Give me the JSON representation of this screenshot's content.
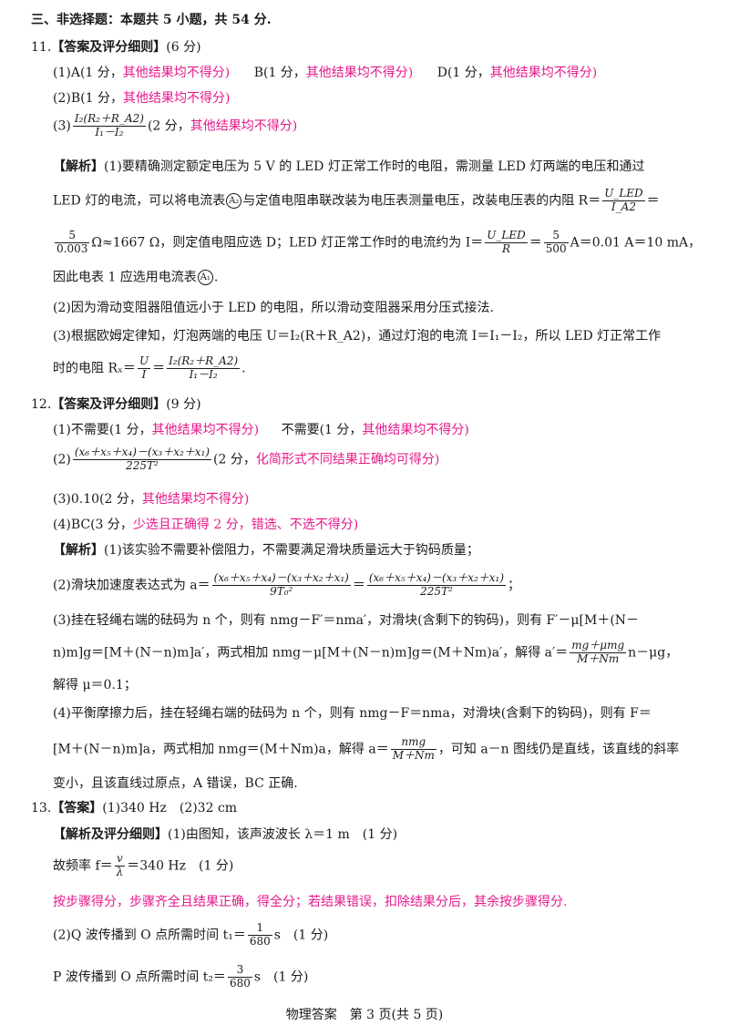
{
  "section_title": "三、非选择题：本题共 5 小题，共 54 分.",
  "q11": {
    "num": "11.",
    "header": "【答案及评分细则】",
    "score": "(6 分)",
    "a1_1": "(1)A(1 分，",
    "a1_1p": "其他结果均不得分)",
    "a1_2": "B(1 分，",
    "a1_2p": "其他结果均不得分)",
    "a1_3": "D(1 分，",
    "a1_3p": "其他结果均不得分)",
    "a2": "(2)B(1 分，",
    "a2p": "其他结果均不得分)",
    "a3_pre": "(3)",
    "a3_num": "I₂(R₂＋R_A2)",
    "a3_den": "I₁－I₂",
    "a3_post": "(2 分，",
    "a3p": "其他结果均不得分)",
    "jx_label": "【解析】",
    "p1a": "(1)要精确测定额定电压为 5 V 的 LED 灯正常工作时的电阻，需测量 LED 灯两端的电压和通过",
    "p1b_pre": "LED 灯的电流，可以将电流表",
    "p1b_circ": "A₂",
    "p1b_post": "与定值电阻串联改装为电压表测量电压，改装电压表的内阻 R＝",
    "p1b_fnum": "U_LED",
    "p1b_fden": "I_A2",
    "p1b_eq": "＝",
    "p1c_fnum": "5",
    "p1c_fden": "0.003",
    "p1c_mid": "Ω≈1667 Ω，则定值电阻应选 D；LED 灯正常工作时的电流约为 I＝",
    "p1c_f2num": "U_LED",
    "p1c_f2den": "R",
    "p1c_eq": "＝",
    "p1c_f3num": "5",
    "p1c_f3den": "500",
    "p1c_post": "A＝0.01 A＝10 mA，",
    "p1d_pre": "因此电表 1 应选用电流表",
    "p1d_circ": "A₁",
    "p1d_post": ".",
    "p2": "(2)因为滑动变阻器阻值远小于 LED 的电阻，所以滑动变阻器采用分压式接法.",
    "p3a": "(3)根据欧姆定律知，灯泡两端的电压 U＝I₂(R＋R_A2)，通过灯泡的电流 I＝I₁－I₂，所以 LED 灯正常工作",
    "p3b_pre": "时的电阻 Rₓ＝",
    "p3b_f1num": "U",
    "p3b_f1den": "I",
    "p3b_eq": "＝",
    "p3b_f2num": "I₂(R₂＋R_A2)",
    "p3b_f2den": "I₁－I₂",
    "p3b_post": "."
  },
  "q12": {
    "num": "12.",
    "header": "【答案及评分细则】",
    "score": "(9 分)",
    "a1_1": "(1)不需要(1 分，",
    "a1_1p": "其他结果均不得分)",
    "a1_2": "不需要(1 分，",
    "a1_2p": "其他结果均不得分)",
    "a2_pre": "(2)",
    "a2_num": "(x₆＋x₅＋x₄)－(x₃＋x₂＋x₁)",
    "a2_den": "225T²",
    "a2_post": "(2 分，",
    "a2p": "化简形式不同结果正确均可得分)",
    "a3": "(3)0.10(2 分，",
    "a3p": "其他结果均不得分)",
    "a4": "(4)BC(3 分，",
    "a4p": "少选且正确得 2 分，错选、不选不得分)",
    "jx_label": "【解析】",
    "p1": "(1)该实验不需要补偿阻力，不需要满足滑块质量远大于钩码质量；",
    "p2_pre": "(2)滑块加速度表达式为 a＝",
    "p2_f1num": "(x₆＋x₅＋x₄)－(x₃＋x₂＋x₁)",
    "p2_f1den": "9T₀²",
    "p2_eq": "＝",
    "p2_f2num": "(x₆＋x₅＋x₄)－(x₃＋x₂＋x₁)",
    "p2_f2den": "225T²",
    "p2_post": "；",
    "p3a": "(3)挂在轻绳右端的砝码为 n 个，则有 nmg－F′＝nma′，对滑块(含剩下的钩码)，则有 F′－μ[M＋(N－",
    "p3b_pre": "n)m]g＝[M＋(N－n)m]a′，两式相加 nmg－μ[M＋(N－n)m]g＝(M＋Nm)a′，解得 a′＝",
    "p3b_fnum": "mg＋μmg",
    "p3b_fden": "M＋Nm",
    "p3b_post": "n－μg，",
    "p3c": "解得 μ＝0.1；",
    "p4a": "(4)平衡摩擦力后，挂在轻绳右端的砝码为 n 个，则有 nmg－F＝nma，对滑块(含剩下的钩码)，则有 F＝",
    "p4b_pre": "[M＋(N－n)m]a，两式相加 nmg＝(M＋Nm)a，解得 a＝",
    "p4b_fnum": "nmg",
    "p4b_fden": "M＋Nm",
    "p4b_post": "，可知 a－n 图线仍是直线，该直线的斜率",
    "p4c": "变小，且该直线过原点，A 错误，BC 正确."
  },
  "q13": {
    "num": "13.",
    "header": "【答案】",
    "answer": "(1)340 Hz　(2)32 cm",
    "jx_label": "【解析及评分细则】",
    "p1": "(1)由图知，该声波波长 λ＝1 m　(1 分)",
    "p2_pre": "故频率 f＝",
    "p2_fnum": "v",
    "p2_fden": "λ",
    "p2_post": "＝340 Hz　(1 分)",
    "rule": "按步骤得分，步骤齐全且结果正确，得全分；若结果错误，扣除结果分后，其余按步骤得分.",
    "p3_pre": "(2)Q 波传播到 O 点所需时间 t₁＝",
    "p3_fnum": "1",
    "p3_fden": "680",
    "p3_post": "s　(1 分)",
    "p4_pre": "P 波传播到 O 点所需时间 t₂＝",
    "p4_fnum": "3",
    "p4_fden": "680",
    "p4_post": "s　(1 分)"
  },
  "footer": "物理答案　第 3 页(共 5 页)",
  "colors": {
    "highlight": "#e5198b",
    "text": "#1a1a1a"
  }
}
